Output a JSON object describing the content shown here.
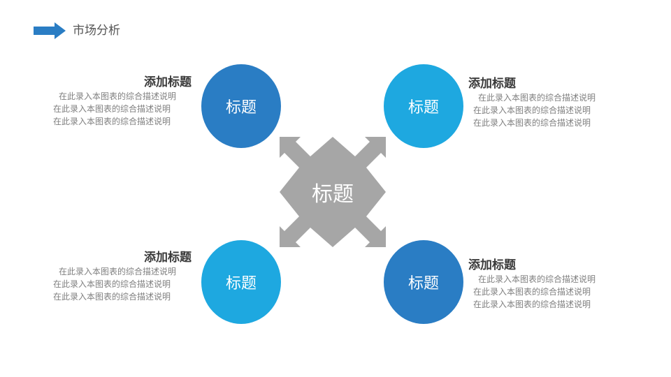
{
  "header": {
    "title": "市场分析",
    "arrow_color": "#2a7dc4"
  },
  "center": {
    "label": "标题",
    "color": "#a6a6a6"
  },
  "circles": [
    {
      "label": "标题",
      "color": "#2a7dc4"
    },
    {
      "label": "标题",
      "color": "#1ea8e0"
    },
    {
      "label": "标题",
      "color": "#1ea8e0"
    },
    {
      "label": "标题",
      "color": "#2a7dc4"
    }
  ],
  "blocks": [
    {
      "title": "添加标题",
      "lines": [
        "在此录入本图表的综合描述说明",
        "在此录入本图表的综合描述说明",
        "在此录入本图表的综合描述说明"
      ]
    },
    {
      "title": "添加标题",
      "lines": [
        "在此录入本图表的综合描述说明",
        "在此录入本图表的综合描述说明",
        "在此录入本图表的综合描述说明"
      ]
    },
    {
      "title": "添加标题",
      "lines": [
        "在此录入本图表的综合描述说明",
        "在此录入本图表的综合描述说明",
        "在此录入本图表的综合描述说明"
      ]
    },
    {
      "title": "添加标题",
      "lines": [
        "在此录入本图表的综合描述说明",
        "在此录入本图表的综合描述说明",
        "在此录入本图表的综合描述说明"
      ]
    }
  ]
}
